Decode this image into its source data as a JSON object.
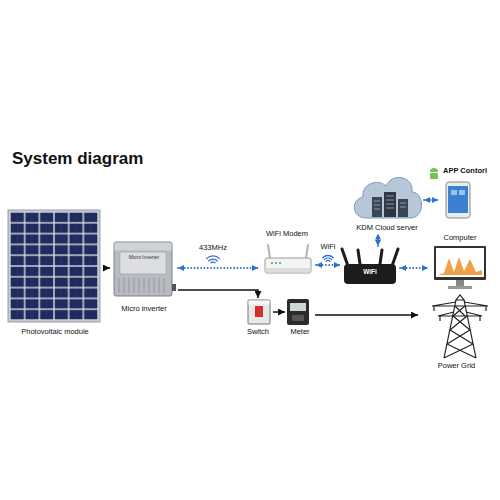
{
  "diagram": {
    "title": "System diagram",
    "nodes": [
      {
        "text": [
          "Photovoltaic module"
        ]
      },
      {
        "text": [
          "Micro inverter",
          "Micro Inverter"
        ]
      },
      {
        "text": [
          "WiFi Modem"
        ]
      },
      {
        "text": [
          "WiFi"
        ]
      },
      {
        "text": [
          "KDM Cloud server"
        ]
      },
      {
        "text": [
          "APP Contorl"
        ]
      },
      {
        "text": [
          "Computer"
        ]
      },
      {
        "text": [
          "Switch"
        ]
      },
      {
        "text": [
          "Meter"
        ]
      },
      {
        "text": [
          "Power Grid"
        ]
      }
    ],
    "edges": [
      {
        "from": 0,
        "to": 1,
        "arrow": "to"
      },
      {
        "from": 1,
        "to": 2,
        "label": "433MHz",
        "arrow": "both"
      },
      {
        "from": 2,
        "to": 3,
        "label": "WiFi",
        "arrow": "both"
      },
      {
        "from": 3,
        "to": 4,
        "arrow": "both"
      },
      {
        "from": 4,
        "to": 5,
        "arrow": "both"
      },
      {
        "from": 3,
        "to": 6,
        "arrow": "both"
      },
      {
        "from": 1,
        "to": 7,
        "arrow": "to"
      },
      {
        "from": 7,
        "to": 8,
        "arrow": "to"
      },
      {
        "from": 8,
        "to": 9,
        "arrow": "to"
      }
    ]
  }
}
